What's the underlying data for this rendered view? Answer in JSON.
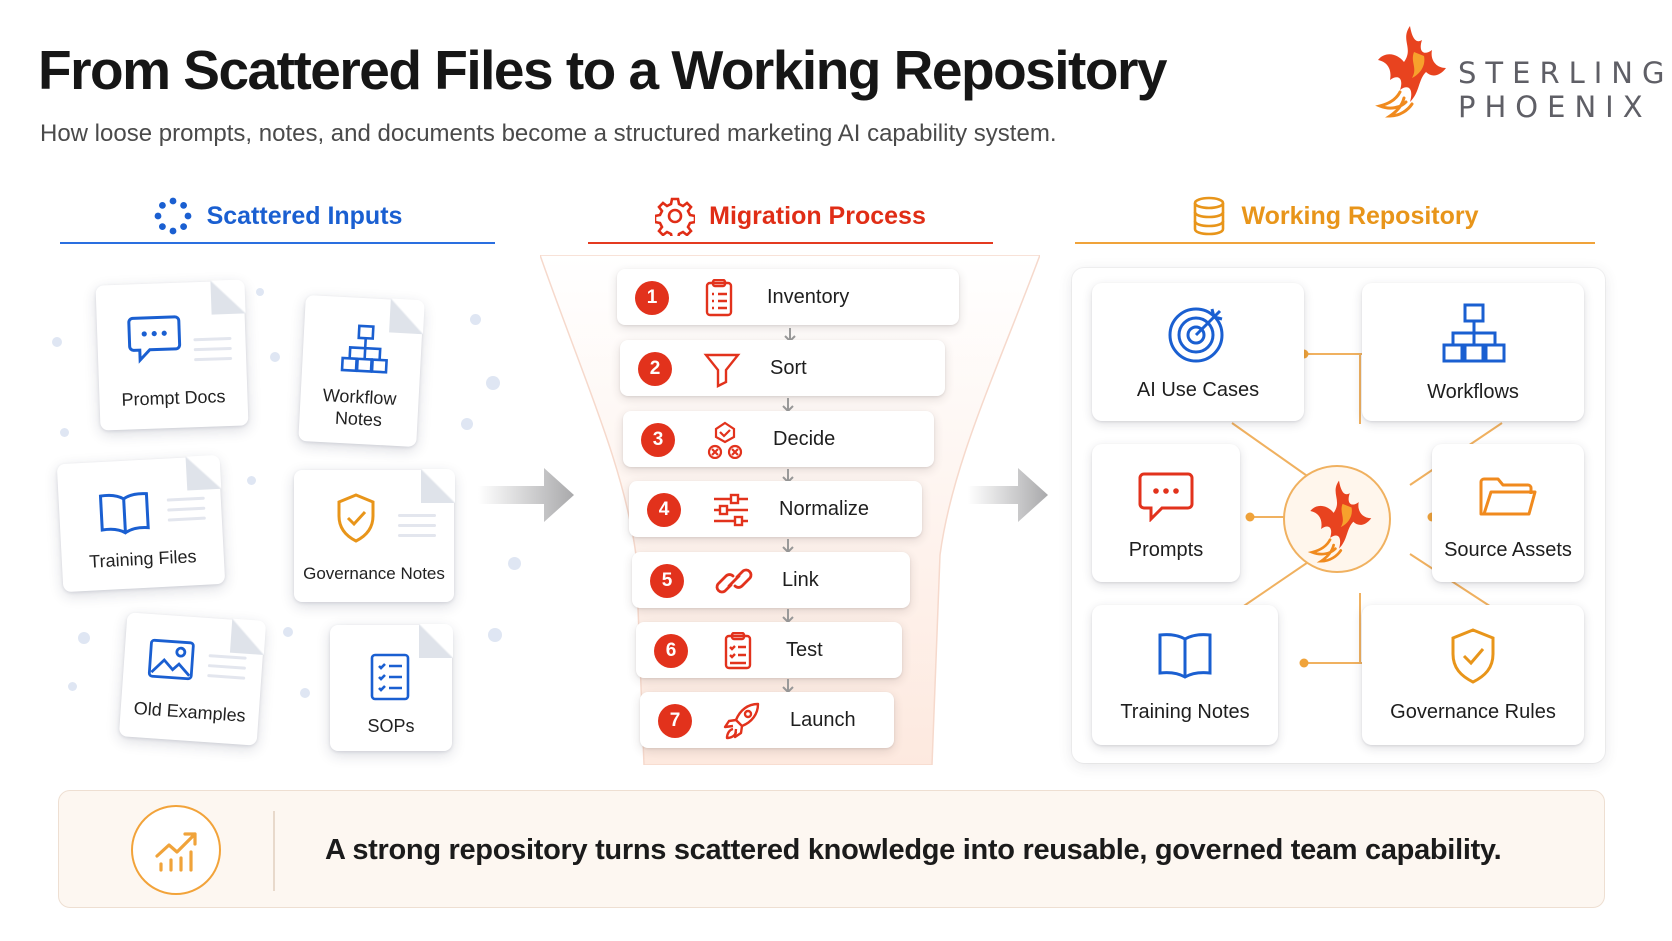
{
  "header": {
    "title": "From Scattered Files to a Working Repository",
    "subtitle": "How loose prompts, notes, and documents become a structured marketing AI capability system."
  },
  "brand": {
    "line1": "STERLING",
    "line2": "PHOENIX",
    "colors": {
      "primary_red": "#e2321c",
      "orange": "#f08a1e"
    }
  },
  "columns": {
    "scattered": {
      "title": "Scattered Inputs",
      "icon": "dots-circle-icon",
      "color": "#1a5fd1"
    },
    "migration": {
      "title": "Migration Process",
      "icon": "gear-icon",
      "color": "#e02d16"
    },
    "repository": {
      "title": "Working Repository",
      "icon": "database-icon",
      "color": "#e8951a"
    }
  },
  "scattered_inputs": [
    {
      "label": "Prompt Docs",
      "icon": "chat-bubble-icon"
    },
    {
      "label": "Workflow Notes",
      "icon": "org-chart-icon"
    },
    {
      "label": "Training Files",
      "icon": "open-book-icon"
    },
    {
      "label": "Governance Notes",
      "icon": "shield-check-icon"
    },
    {
      "label": "Old Examples",
      "icon": "image-icon"
    },
    {
      "label": "SOPs",
      "icon": "checklist-icon"
    }
  ],
  "migration_steps": [
    {
      "num": "1",
      "label": "Inventory",
      "icon": "clipboard-list-icon"
    },
    {
      "num": "2",
      "label": "Sort",
      "icon": "funnel-icon"
    },
    {
      "num": "3",
      "label": "Decide",
      "icon": "decision-icon"
    },
    {
      "num": "4",
      "label": "Normalize",
      "icon": "sliders-icon"
    },
    {
      "num": "5",
      "label": "Link",
      "icon": "link-icon"
    },
    {
      "num": "6",
      "label": "Test",
      "icon": "clipboard-check-icon"
    },
    {
      "num": "7",
      "label": "Launch",
      "icon": "rocket-icon"
    }
  ],
  "repository_items": [
    {
      "label": "AI Use Cases",
      "icon": "target-icon"
    },
    {
      "label": "Workflows",
      "icon": "org-chart-icon"
    },
    {
      "label": "Prompts",
      "icon": "chat-bubble-icon"
    },
    {
      "label": "Source Assets",
      "icon": "folder-icon"
    },
    {
      "label": "Training Notes",
      "icon": "open-book-icon"
    },
    {
      "label": "Governance Rules",
      "icon": "shield-check-icon"
    }
  ],
  "banner": {
    "text": "A strong repository turns scattered knowledge into reusable, governed team capability.",
    "icon": "growth-chart-icon"
  }
}
